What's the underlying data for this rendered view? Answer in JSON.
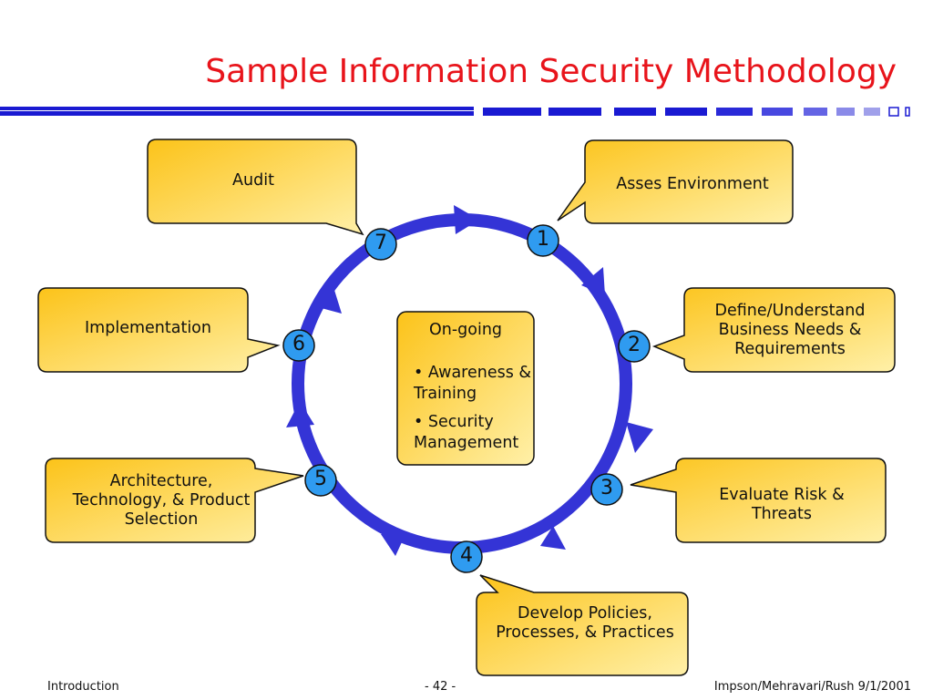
{
  "title": "Sample Information Security Methodology",
  "colors": {
    "title": "#e8141b",
    "cycle": "#3434d6",
    "node_fill": "#2f9bf0",
    "callout_fill_light": "#fff0a8",
    "callout_fill_dark": "#fcc319",
    "rule_bar": "#1a1ad2"
  },
  "steps": [
    {
      "number": "1",
      "label": "Asses Environment"
    },
    {
      "number": "2",
      "label": "Define/Understand Business Needs & Requirements"
    },
    {
      "number": "3",
      "label": "Evaluate Risk & Threats"
    },
    {
      "number": "4",
      "label": "Develop Policies, Processes, & Practices"
    },
    {
      "number": "5",
      "label": "Architecture, Technology, & Product Selection"
    },
    {
      "number": "6",
      "label": "Implementation"
    },
    {
      "number": "7",
      "label": "Audit"
    }
  ],
  "center": {
    "title": "On-going",
    "items": [
      "• Awareness & Training",
      "• Security Management"
    ]
  },
  "footer": {
    "left": "Introduction",
    "center": "- 42 -",
    "right": "Impson/Mehravari/Rush 9/1/2001"
  }
}
